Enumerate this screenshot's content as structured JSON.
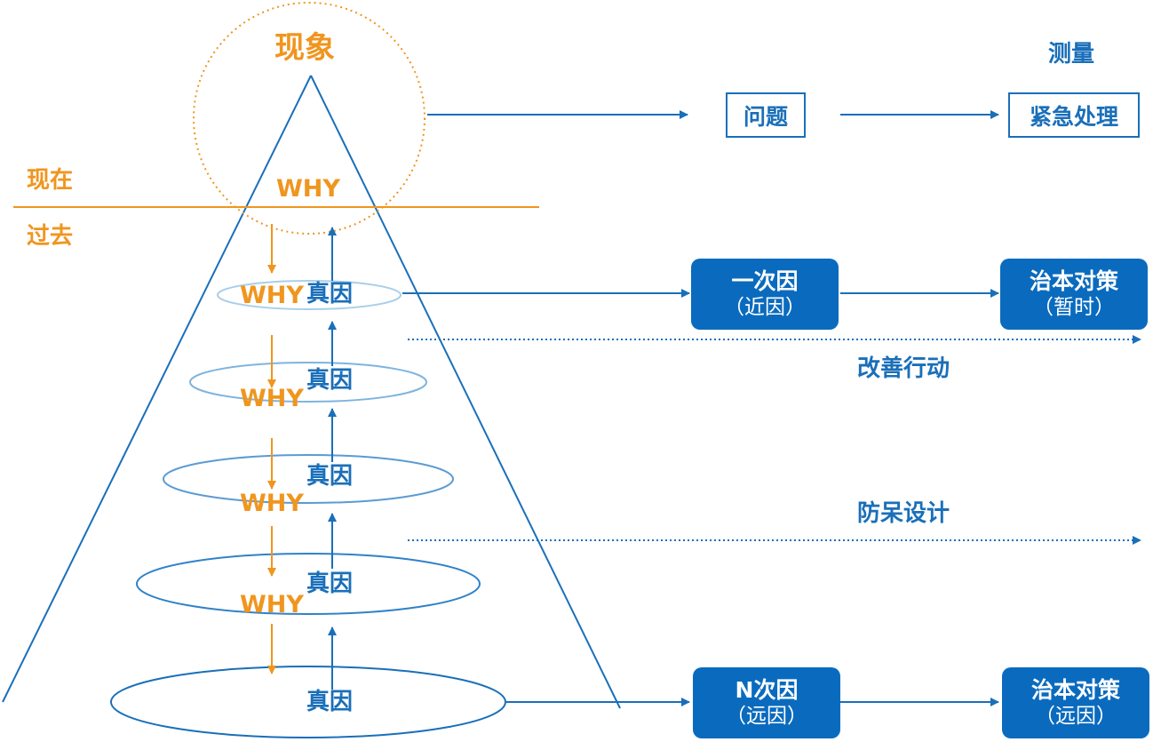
{
  "top": {
    "phenomenon": "现象",
    "measure": "测量",
    "problem": "问题",
    "urgent": "紧急处理"
  },
  "timeline": {
    "present": "现在",
    "past": "过去"
  },
  "why_label": "WHY",
  "cause_label": "真因",
  "boxes": {
    "first_cause": {
      "title": "一次因",
      "sub": "（近因）"
    },
    "first_fix": {
      "title": "治本对策",
      "sub": "（暂时）"
    },
    "n_cause": {
      "title": "N次因",
      "sub": "（远因）"
    },
    "n_fix": {
      "title": "治本对策",
      "sub": "（远因）"
    }
  },
  "actions": {
    "improve": "改善行动",
    "mistake_proofing": "防呆设计"
  },
  "colors": {
    "orange": "#F0951E",
    "blue": "#1A6FB9",
    "dark_blue": "#0A6BBE"
  }
}
